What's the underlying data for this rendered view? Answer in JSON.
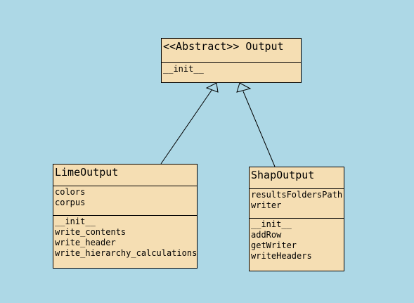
{
  "classes": {
    "output": {
      "name": "<<Abstract>> Output",
      "attributes": [],
      "methods": [
        "__init__"
      ]
    },
    "lime_output": {
      "name": "LimeOutput",
      "attributes": [
        "colors",
        "corpus"
      ],
      "methods": [
        "__init__",
        "write_contents",
        "write_header",
        "write_hierarchy_calculations"
      ]
    },
    "shap_output": {
      "name": "ShapOutput",
      "attributes": [
        "resultsFoldersPath",
        "writer"
      ],
      "methods": [
        "__init__",
        "addRow",
        "getWriter",
        "writeHeaders"
      ]
    }
  },
  "relations": [
    {
      "type": "inheritance",
      "from": "LimeOutput",
      "to": "<<Abstract>> Output"
    },
    {
      "type": "inheritance",
      "from": "ShapOutput",
      "to": "<<Abstract>> Output"
    }
  ]
}
